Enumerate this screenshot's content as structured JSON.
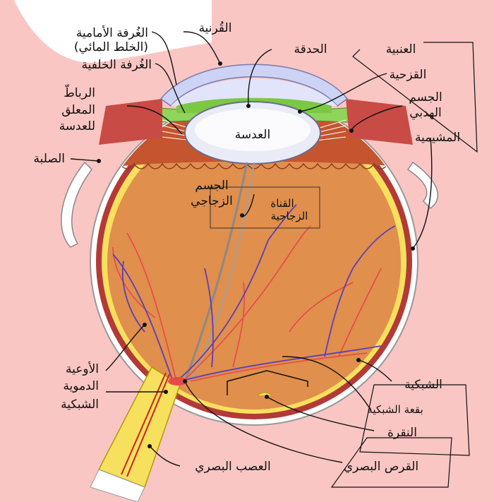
{
  "labels": {
    "cornea": "القُرنية",
    "anterior_chamber": "الغُرفة الأمامية",
    "aqueous_humour": "(الخلط المائي)",
    "posterior_chamber": "الغُرفة الخلفية",
    "zonule_1": "الرباطّ",
    "zonule_2": "المعلق",
    "zonule_3": "للعدسة",
    "pupil": "الحدقة",
    "uvea": "العنبية",
    "iris": "القزحية",
    "ciliary_body_1": "الجسم",
    "ciliary_body_2": "الهدبي",
    "choroid": "المشيمية",
    "lens": "العدسة",
    "sclera": "الصلبة",
    "vitreous_body_1": "الجسم",
    "vitreous_body_2": "الزجاجي",
    "hyaloid_canal_1": "القناة",
    "hyaloid_canal_2": "الزجاجية",
    "retinal_vessels_1": "الأوعية",
    "retinal_vessels_2": "الدموية",
    "retinal_vessels_3": "الشبكية",
    "retina": "الشبكية",
    "macula": "بقعة الشبكية",
    "fovea": "النقرة",
    "optic_disc": "القرص البصري",
    "optic_nerve": "العصب البصري"
  }
}
